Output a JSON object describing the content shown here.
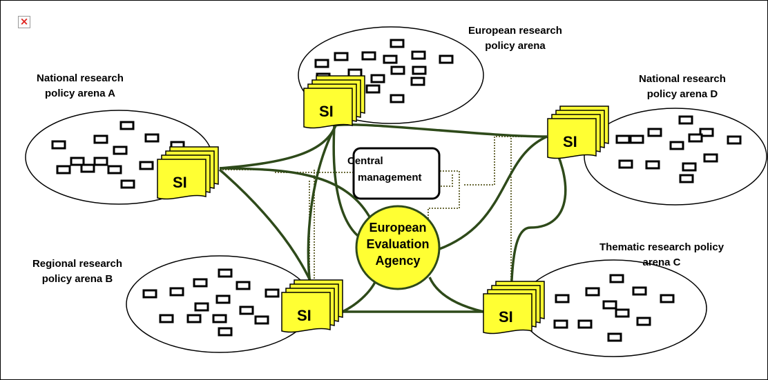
{
  "diagram": {
    "arenas": {
      "european": {
        "line1": "European research",
        "line2": "policy arena"
      },
      "national_a": {
        "line1": "National research",
        "line2": "policy arena A"
      },
      "national_d": {
        "line1": "National research",
        "line2": "policy arena D"
      },
      "regional_b": {
        "line1": "Regional research",
        "line2": "policy arena B"
      },
      "thematic_c": {
        "line1": "Thematic research  policy",
        "line2": "arena C"
      }
    },
    "si_label": "SI",
    "central_management": {
      "line1": "Central",
      "line2": "management"
    },
    "agency": {
      "line1": "European",
      "line2": "Evaluation",
      "line3": "Agency"
    },
    "colors": {
      "si_fill": "#ffff33",
      "link_line": "#2e4a1a",
      "dotted_line": "#6b6b3a"
    },
    "broken_image_icon": "broken-image-icon"
  }
}
